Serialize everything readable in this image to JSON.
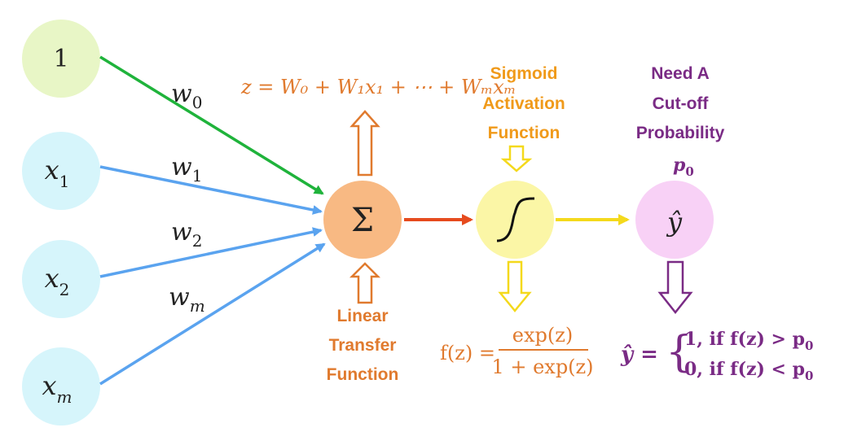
{
  "colors": {
    "input_node": "#d6f5fb",
    "bias_node": "#e8f6c6",
    "sum_node": "#f8b983",
    "sigmoid_node": "#fbf6a6",
    "output_node": "#f8d1f6",
    "green_arrow": "#1fb33b",
    "blue_arrow": "#5aa3ef",
    "red_arrow": "#e64b1e",
    "yellow_arrow": "#f4d91c",
    "orange_text": "#e07a2e",
    "sigmoid_text": "#f09a1a",
    "purple_text": "#7a2b85"
  },
  "inputs": {
    "bias": "1",
    "x1_base": "x",
    "x1_sub": "1",
    "x2_base": "x",
    "x2_sub": "2",
    "xm_base": "x",
    "xm_sub": "m"
  },
  "weights": {
    "w0_base": "w",
    "w0_sub": "0",
    "w1_base": "w",
    "w1_sub": "1",
    "w2_base": "w",
    "w2_sub": "2",
    "wm_base": "w",
    "wm_sub": "m"
  },
  "sum": {
    "symbol": "Σ",
    "formula": "z = W₀ + W₁x₁ + ⋯ + Wₘxₘ",
    "label_lines": [
      "Linear",
      "Transfer",
      "Function"
    ]
  },
  "sigmoid": {
    "label_lines": [
      "Sigmoid",
      "Activation",
      "Function"
    ],
    "formula_lhs": "f(z) =",
    "formula_num": "exp(z)",
    "formula_den": "1 + exp(z)"
  },
  "output": {
    "symbol": "ŷ",
    "label_lines": [
      "Need A",
      "Cut-off",
      "Probability"
    ],
    "p0_base": "p",
    "p0_sub": "0",
    "rule_lhs": "ŷ =",
    "case1": "1, if f(z) >  p",
    "case1_sub": "0",
    "case2": "0, if f(z) < p",
    "case2_sub": "0"
  }
}
